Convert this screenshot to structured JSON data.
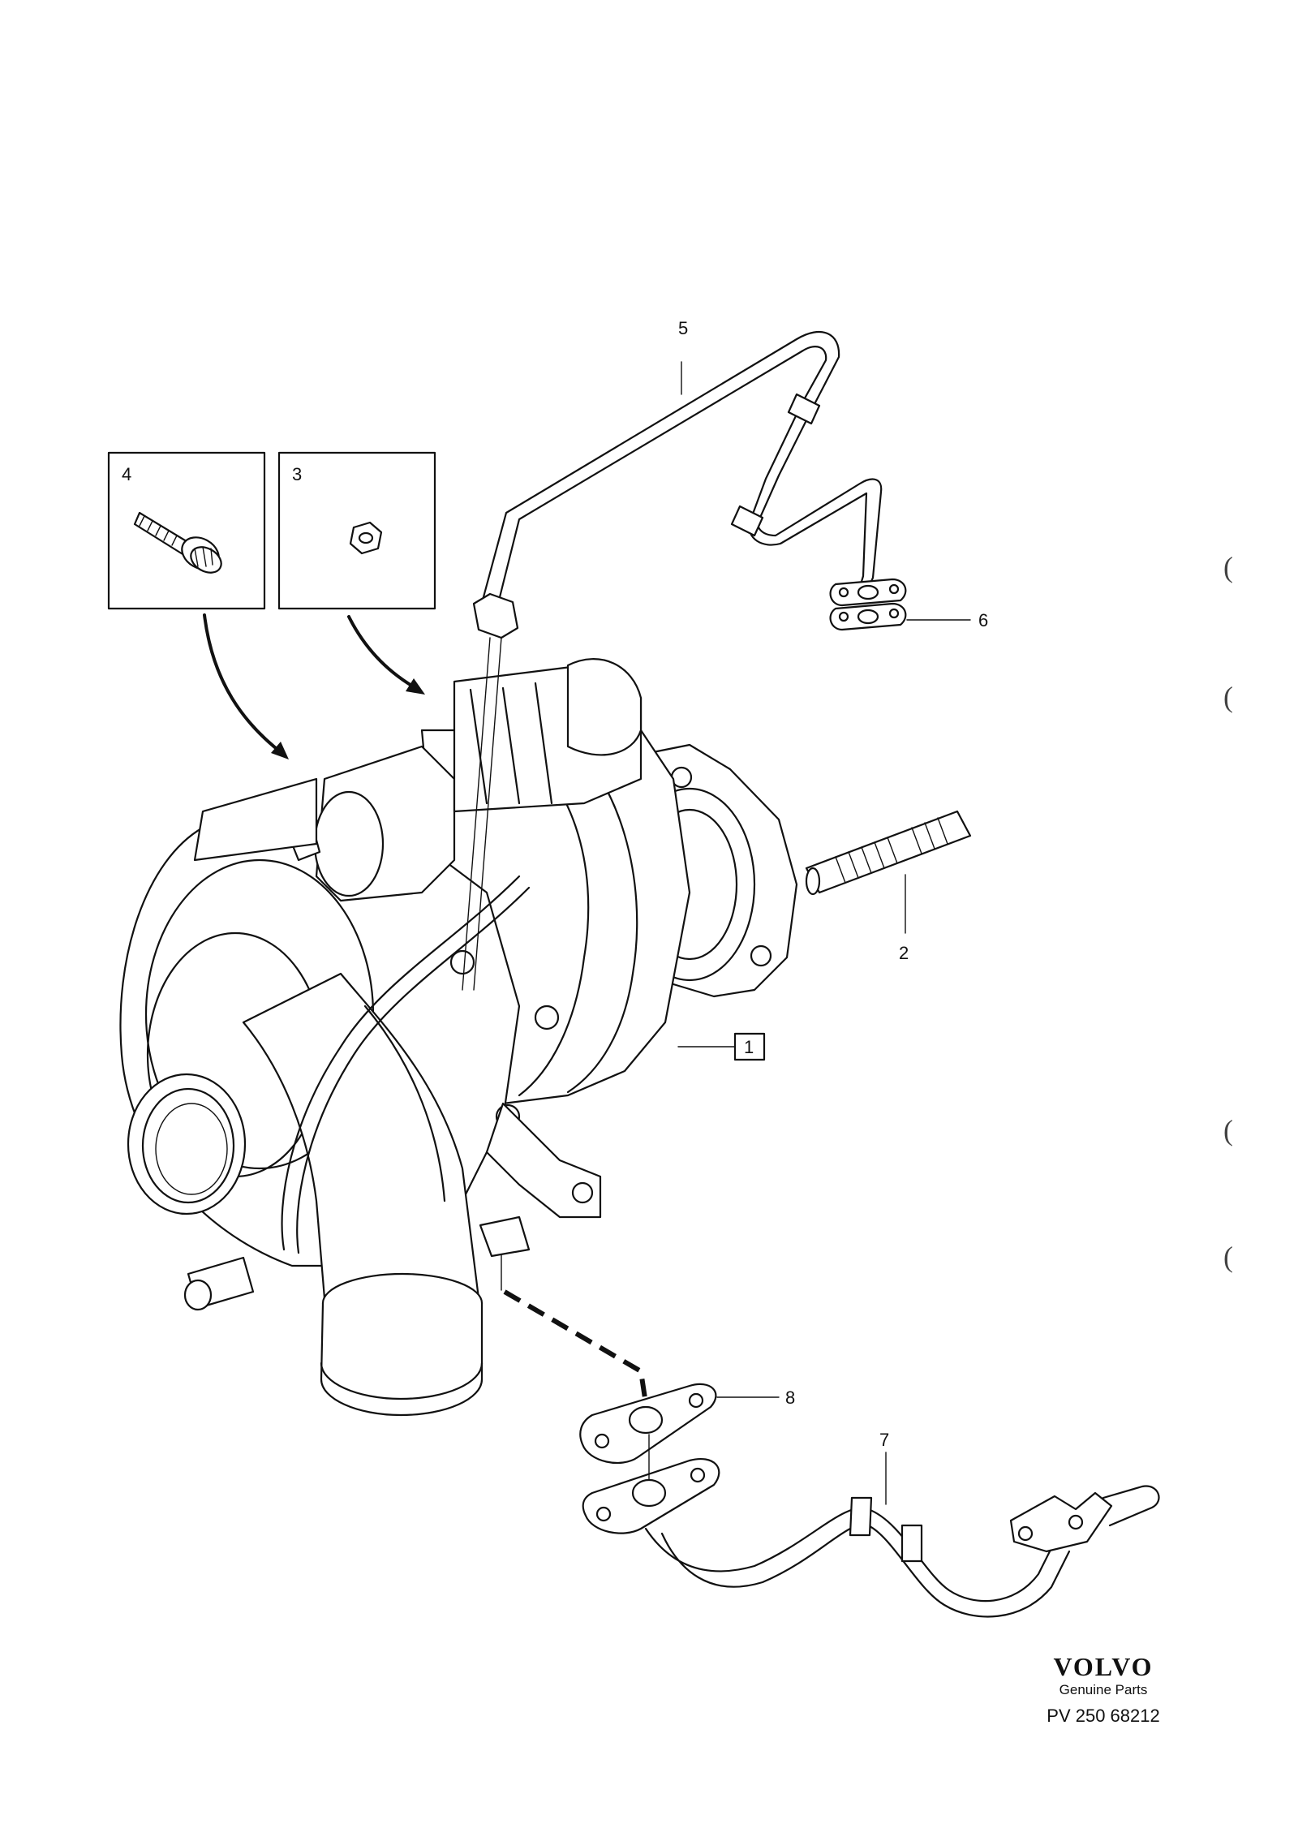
{
  "callouts": {
    "c1": "1",
    "c2": "2",
    "c3": "3",
    "c4": "4",
    "c5": "5",
    "c6": "6",
    "c7": "7",
    "c8": "8"
  },
  "brand": {
    "logo": "VOLVO",
    "subtitle": "Genuine Parts",
    "reference": "PV 250 68212"
  },
  "margin_marks": [
    "(",
    "(",
    "(",
    "("
  ]
}
